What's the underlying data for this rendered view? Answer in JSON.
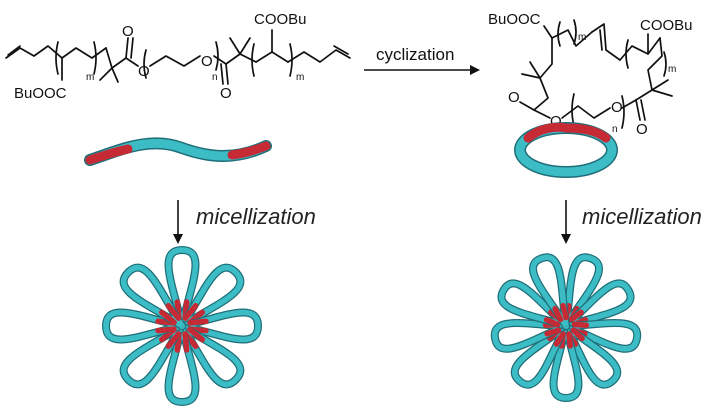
{
  "colors": {
    "hydrophilic": "#3cbdc6",
    "hydrophobic": "#c62b35",
    "outline": "#1f6e78",
    "ink": "#111111"
  },
  "linear_structure": {
    "butyl_ester_left": "BuOOC",
    "butyl_ester_right": "COOBu",
    "oxygen": "O",
    "index_m": "m",
    "index_n": "n"
  },
  "cyclic_structure": {
    "butyl_ester_left": "BuOOC",
    "butyl_ester_right": "COOBu",
    "oxygen": "O",
    "index_m": "m",
    "index_n": "n"
  },
  "reaction_arrow": {
    "label": "cyclization"
  },
  "micellization_arrows": [
    {
      "label": "micellization"
    },
    {
      "label": "micellization"
    }
  ],
  "micelles": {
    "flower_loops": 8,
    "cyclic_loops": 9
  }
}
